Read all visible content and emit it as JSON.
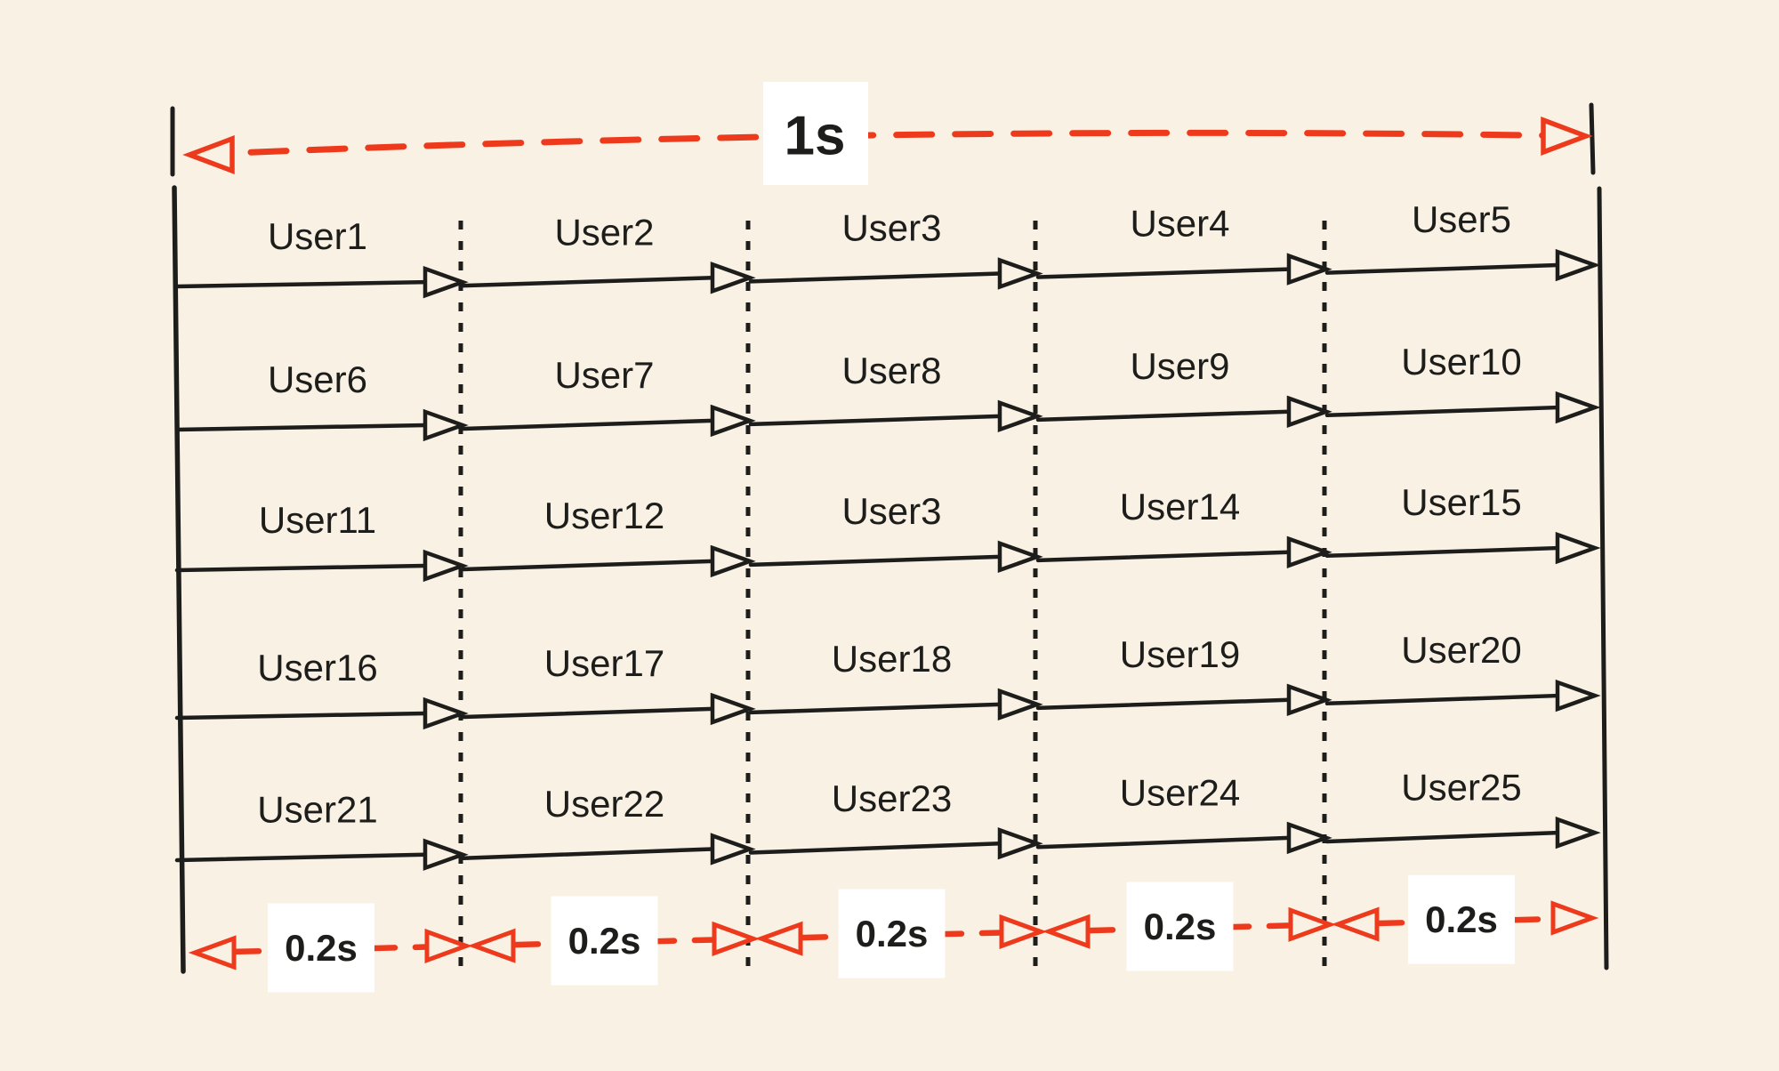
{
  "diagram": {
    "background": "#f9f1e3",
    "ink": "#1d1d1b",
    "accent": "#ee3a1c",
    "label_box": "#ffffff",
    "total_label": "1s",
    "slot_labels": [
      "0.2s",
      "0.2s",
      "0.2s",
      "0.2s",
      "0.2s"
    ],
    "user_rows": [
      [
        "User1",
        "User2",
        "User3",
        "User4",
        "User5"
      ],
      [
        "User6",
        "User7",
        "User8",
        "User9",
        "User10"
      ],
      [
        "User11",
        "User12",
        "User3",
        "User14",
        "User15"
      ],
      [
        "User16",
        "User17",
        "User18",
        "User19",
        "User20"
      ],
      [
        "User21",
        "User22",
        "User23",
        "User24",
        "User25"
      ]
    ]
  }
}
